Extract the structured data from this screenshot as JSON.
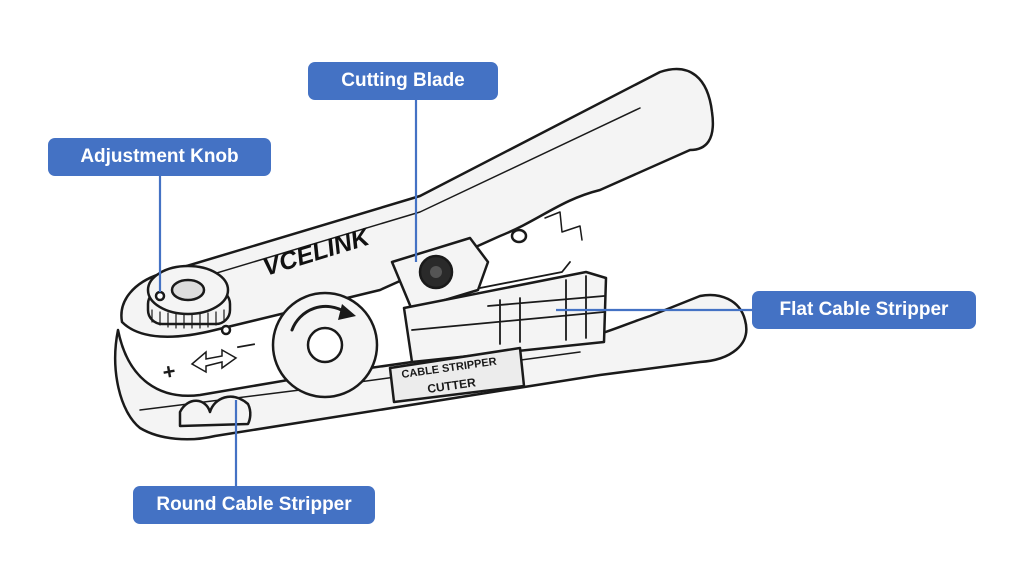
{
  "diagram": {
    "brand": "VCELINK",
    "plate_line1": "CABLE STRIPPER",
    "plate_line2": "CUTTER",
    "markings": {
      "plus": "+",
      "minus": "—"
    }
  },
  "labels": {
    "cutting_blade": "Cutting Blade",
    "adjustment_knob": "Adjustment Knob",
    "flat_cable_stripper": "Flat Cable Stripper",
    "round_cable_stripper": "Round Cable Stripper"
  },
  "colors": {
    "label_bg": "#4472c4",
    "label_text": "#ffffff",
    "leader_line": "#4472c4",
    "outline": "#1a1a1a",
    "tool_fill": "#f4f4f4"
  }
}
